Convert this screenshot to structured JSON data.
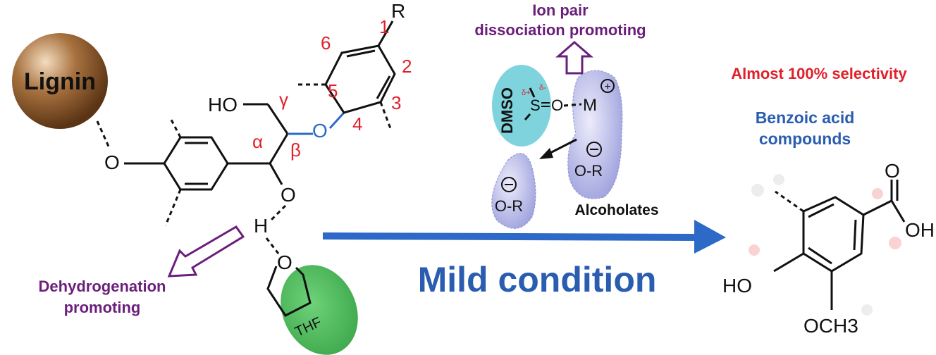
{
  "lignin_label": "Lignin",
  "left_molecule": {
    "atoms": {
      "o_ether": "O",
      "ho": "HO",
      "o_blue": "O",
      "o_alpha": "O",
      "h": "H",
      "r": "R",
      "o_thf": "O"
    },
    "greek": {
      "alpha": "α",
      "beta": "β",
      "gamma": "γ"
    },
    "ring_numbers": [
      "1",
      "2",
      "3",
      "4",
      "5",
      "6"
    ]
  },
  "thf_label": "THF",
  "dehydrogenation": {
    "line1": "Dehydrogenation",
    "line2": "promoting"
  },
  "ion_pair": {
    "line1": "Ion pair",
    "line2": "dissociation promoting"
  },
  "dmso": {
    "label": "DMSO",
    "s": "S",
    "o": "O",
    "m": "M",
    "delta_plus": "δ+",
    "delta_minus": "δ-",
    "plus": "+",
    "minus": "−",
    "or1": "O-R",
    "or2": "O-R"
  },
  "alcoholates_label": "Alcoholates",
  "condition_label": "Mild condition",
  "selectivity_label": "Almost 100% selectivity",
  "product": {
    "line1": "Benzoic acid",
    "line2": "compounds",
    "o": "O",
    "oh": "OH",
    "ho": "HO",
    "och3": "OCH3"
  },
  "colors": {
    "red": "#e0202a",
    "purple": "#6a1f7a",
    "blue": "#2a5db0",
    "arrow": "#2d6ac8",
    "thf": "#4cb85a",
    "dmso": "#7fd3dd",
    "alcoholate": "#a9abe0",
    "lignin": "#8a5328"
  }
}
